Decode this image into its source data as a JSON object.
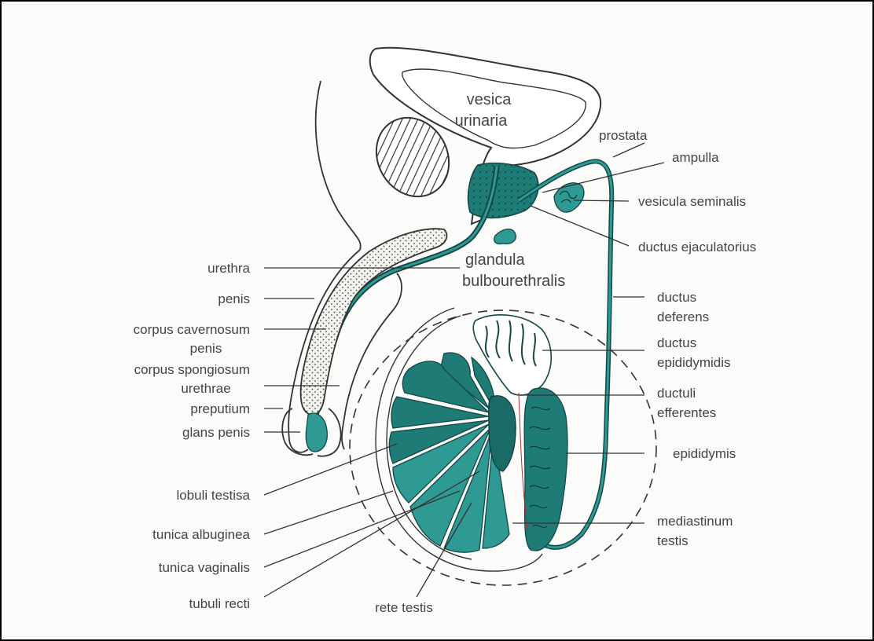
{
  "labels": {
    "vesica": "vesica",
    "urinaria": "urinaria",
    "prostata": "prostata",
    "ampulla": "ampulla",
    "vesicula_seminalis": "vesicula seminalis",
    "ductus_ejaculatorius": "ductus ejaculatorius",
    "urethra": "urethra",
    "glandula": "glandula",
    "bulbourethralis": "bulbourethralis",
    "penis": "penis",
    "corpus_cavernosum": "corpus cavernosum",
    "corpus_cavernosum_penis": "penis",
    "corpus_spongiosum": "corpus spongiosum",
    "corpus_spongiosum_urethrae": "urethrae",
    "preputium": "preputium",
    "glans_penis": "glans penis",
    "ductus_deferens_1": "ductus",
    "ductus_deferens_2": "deferens",
    "ductus_epididymidis_1": "ductus",
    "ductus_epididymidis_2": "epididymidis",
    "ductuli_efferentes_1": "ductuli",
    "ductuli_efferentes_2": "efferentes",
    "epididymis": "epididymis",
    "lobuli_testisa": "lobuli testisa",
    "tunica_albuginea": "tunica albuginea",
    "tunica_vaginalis": "tunica vaginalis",
    "tubuli_recti": "tubuli recti",
    "mediastinum_1": "mediastinum",
    "mediastinum_2": "testis",
    "rete_testis": "rete testis"
  },
  "colors": {
    "tissue_dark": "#1f7b76",
    "tissue_light": "#2f9a93",
    "outline": "#333333",
    "text": "#444444"
  }
}
